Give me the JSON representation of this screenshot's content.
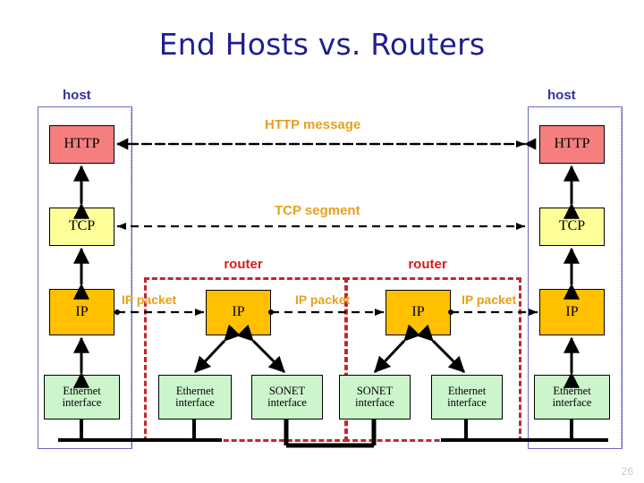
{
  "slide": {
    "title": "End Hosts vs. Routers",
    "page_number": "26",
    "colors": {
      "title": "#1f1f8f",
      "host_label": "#33339e",
      "router_label": "#d21f1f",
      "router_border": "#c0282d",
      "packet_label": "#e8a020",
      "http_box": "#f57f7f",
      "tcp_box": "#ffff99",
      "ip_box": "#ffc000",
      "interface_box": "#ccf5cc",
      "link_line": "#000000"
    }
  },
  "labels": {
    "host_left": "host",
    "host_right": "host",
    "router_left": "router",
    "router_right": "router"
  },
  "packet_labels": {
    "http_message": "HTTP message",
    "tcp_segment": "TCP segment",
    "ip_packet_1": "IP packet",
    "ip_packet_2": "IP packet",
    "ip_packet_3": "IP packet"
  },
  "host_left_stack": {
    "layers": [
      {
        "name": "HTTP",
        "label": "HTTP",
        "color": "#f57f7f"
      },
      {
        "name": "TCP",
        "label": "TCP",
        "color": "#ffff99"
      },
      {
        "name": "IP",
        "label": "IP",
        "color": "#ffc000"
      }
    ],
    "interface": {
      "line1": "Ethernet",
      "line2": "interface"
    }
  },
  "host_right_stack": {
    "layers": [
      {
        "name": "HTTP",
        "label": "HTTP",
        "color": "#f57f7f"
      },
      {
        "name": "TCP",
        "label": "TCP",
        "color": "#ffff99"
      },
      {
        "name": "IP",
        "label": "IP",
        "color": "#ffc000"
      }
    ],
    "interface": {
      "line1": "Ethernet",
      "line2": "interface"
    }
  },
  "router_left": {
    "ip_label": "IP",
    "interface_a": {
      "line1": "Ethernet",
      "line2": "interface"
    },
    "interface_b": {
      "line1": "SONET",
      "line2": "interface"
    }
  },
  "router_right": {
    "ip_label": "IP",
    "interface_a": {
      "line1": "SONET",
      "line2": "interface"
    },
    "interface_b": {
      "line1": "Ethernet",
      "line2": "interface"
    }
  }
}
